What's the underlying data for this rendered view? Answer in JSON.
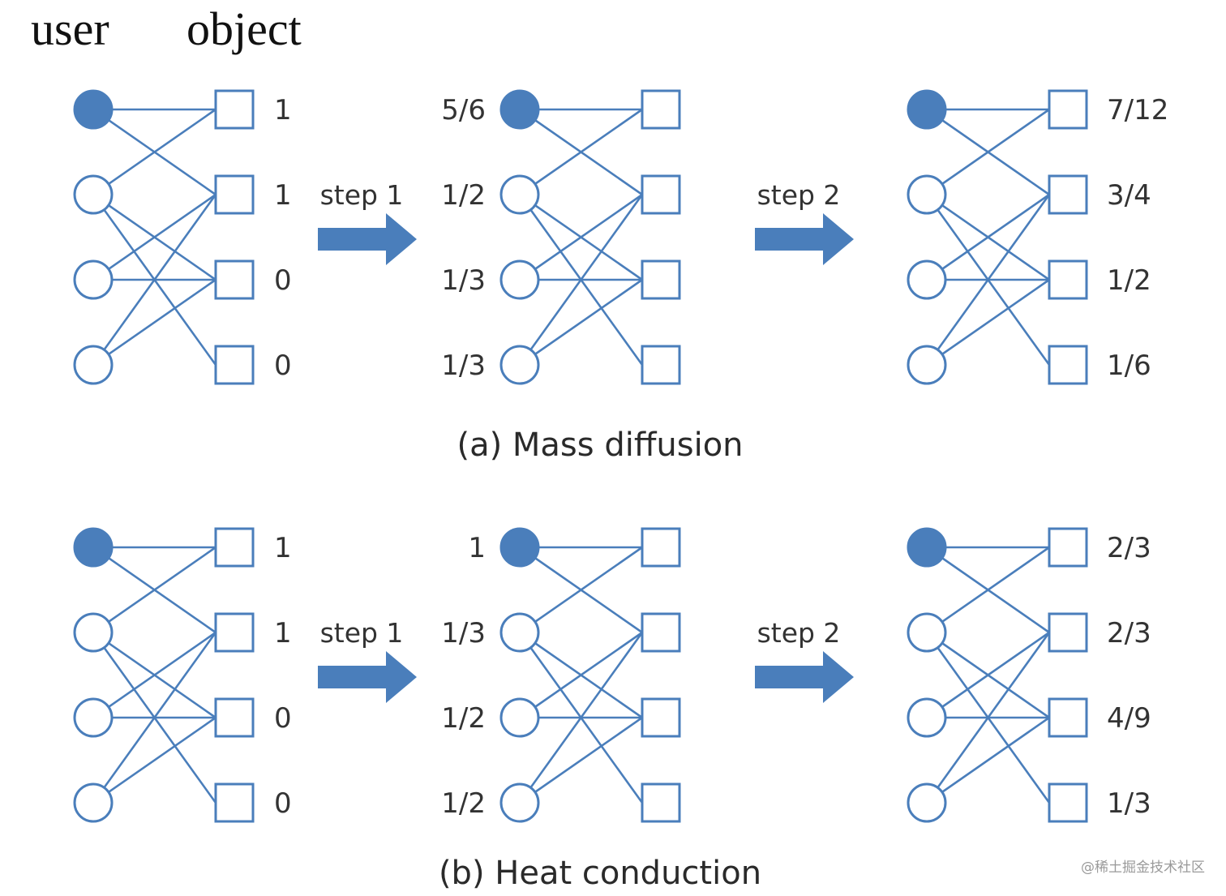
{
  "headers": {
    "user": "user",
    "object": "object"
  },
  "colors": {
    "line": "#4a7ebb",
    "filled": "#4a7ebb",
    "text": "#333333",
    "caption": "#2a2a2a"
  },
  "edges": [
    [
      0,
      0
    ],
    [
      0,
      1
    ],
    [
      1,
      0
    ],
    [
      1,
      2
    ],
    [
      1,
      3
    ],
    [
      2,
      1
    ],
    [
      2,
      2
    ],
    [
      3,
      1
    ],
    [
      3,
      2
    ]
  ],
  "panels": [
    {
      "caption": "(a) Mass diffusion",
      "steps": [
        "step 1",
        "step 2"
      ],
      "initial_object_values": [
        "1",
        "1",
        "0",
        "0"
      ],
      "user_values_after_step1": [
        "5/6",
        "1/2",
        "1/3",
        "1/3"
      ],
      "object_values_after_step2": [
        "7/12",
        "3/4",
        "1/2",
        "1/6"
      ]
    },
    {
      "caption": "(b) Heat conduction",
      "steps": [
        "step 1",
        "step 2"
      ],
      "initial_object_values": [
        "1",
        "1",
        "0",
        "0"
      ],
      "user_values_after_step1": [
        "1",
        "1/3",
        "1/2",
        "1/2"
      ],
      "object_values_after_step2": [
        "2/3",
        "2/3",
        "4/9",
        "1/3"
      ]
    }
  ],
  "watermark": "@稀土掘金技术社区"
}
